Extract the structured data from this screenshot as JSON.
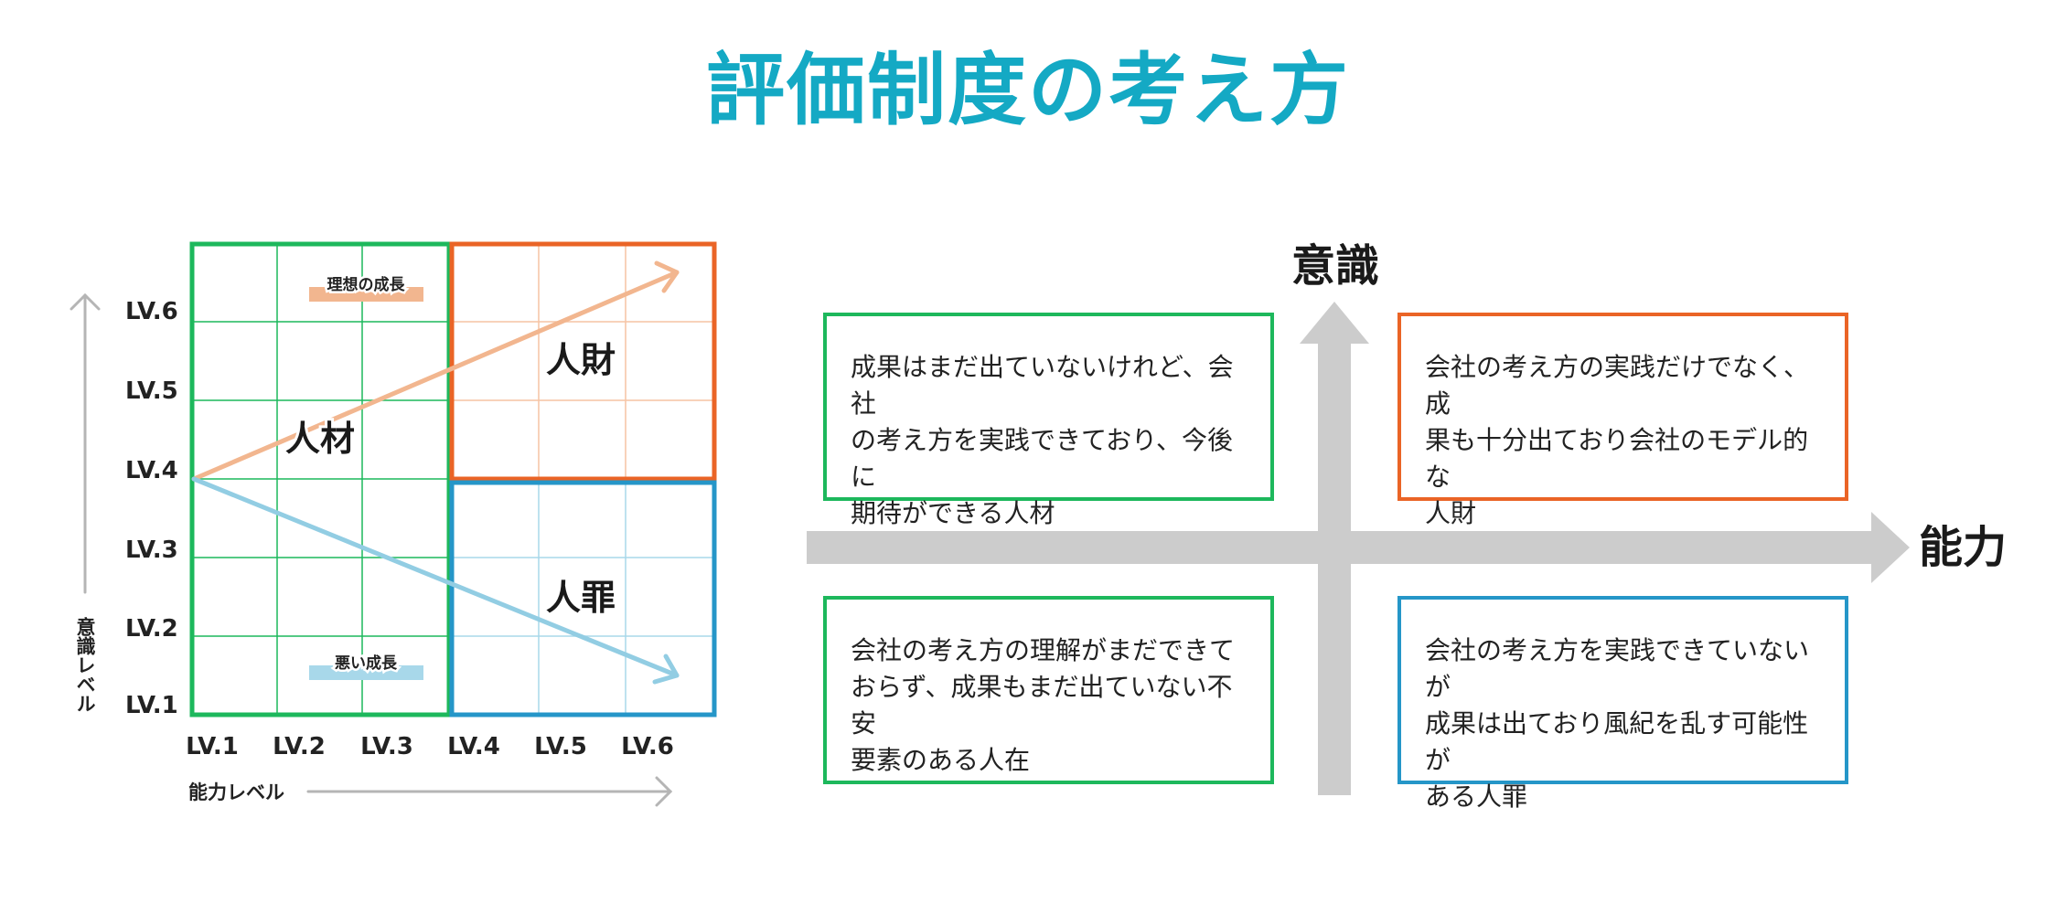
{
  "title": "評価制度の考え方",
  "colors": {
    "title": "#14a9c4",
    "green": "#1db85c",
    "orange": "#ea6426",
    "blue": "#2596c8",
    "ideal_arrow": "#f2b68f",
    "bad_arrow": "#92cde3",
    "axis_gray": "#cccccc"
  },
  "matrix": {
    "y_axis_title": "意識レベル",
    "x_axis_title": "能力レベル",
    "y_levels": [
      "LV.6",
      "LV.5",
      "LV.4",
      "LV.3",
      "LV.2",
      "LV.1"
    ],
    "x_levels": [
      "LV.1",
      "LV.2",
      "LV.3",
      "LV.4",
      "LV.5",
      "LV.6"
    ],
    "zones": {
      "jinzai_material": "人材",
      "jinzai_treasure": "人財",
      "jinzai_crime": "人罪"
    },
    "ideal_growth_label": "理想の成長",
    "bad_growth_label": "悪い成長"
  },
  "quadrant": {
    "y_axis_label": "意識",
    "x_axis_label": "能力",
    "boxes": {
      "top_left": {
        "lines": [
          "成果はまだ出ていないけれど、会社",
          "の考え方を実践できており、今後に",
          "期待ができる人材"
        ]
      },
      "top_right": {
        "lines": [
          "会社の考え方の実践だけでなく、成",
          "果も十分出ており会社のモデル的な",
          "人財"
        ]
      },
      "bottom_left": {
        "lines": [
          "会社の考え方の理解がまだできて",
          "おらず、成果もまだ出ていない不安",
          "要素のある人在"
        ]
      },
      "bottom_right": {
        "lines": [
          "会社の考え方を実践できていないが",
          "成果は出ており風紀を乱す可能性が",
          "ある人罪"
        ]
      }
    }
  }
}
